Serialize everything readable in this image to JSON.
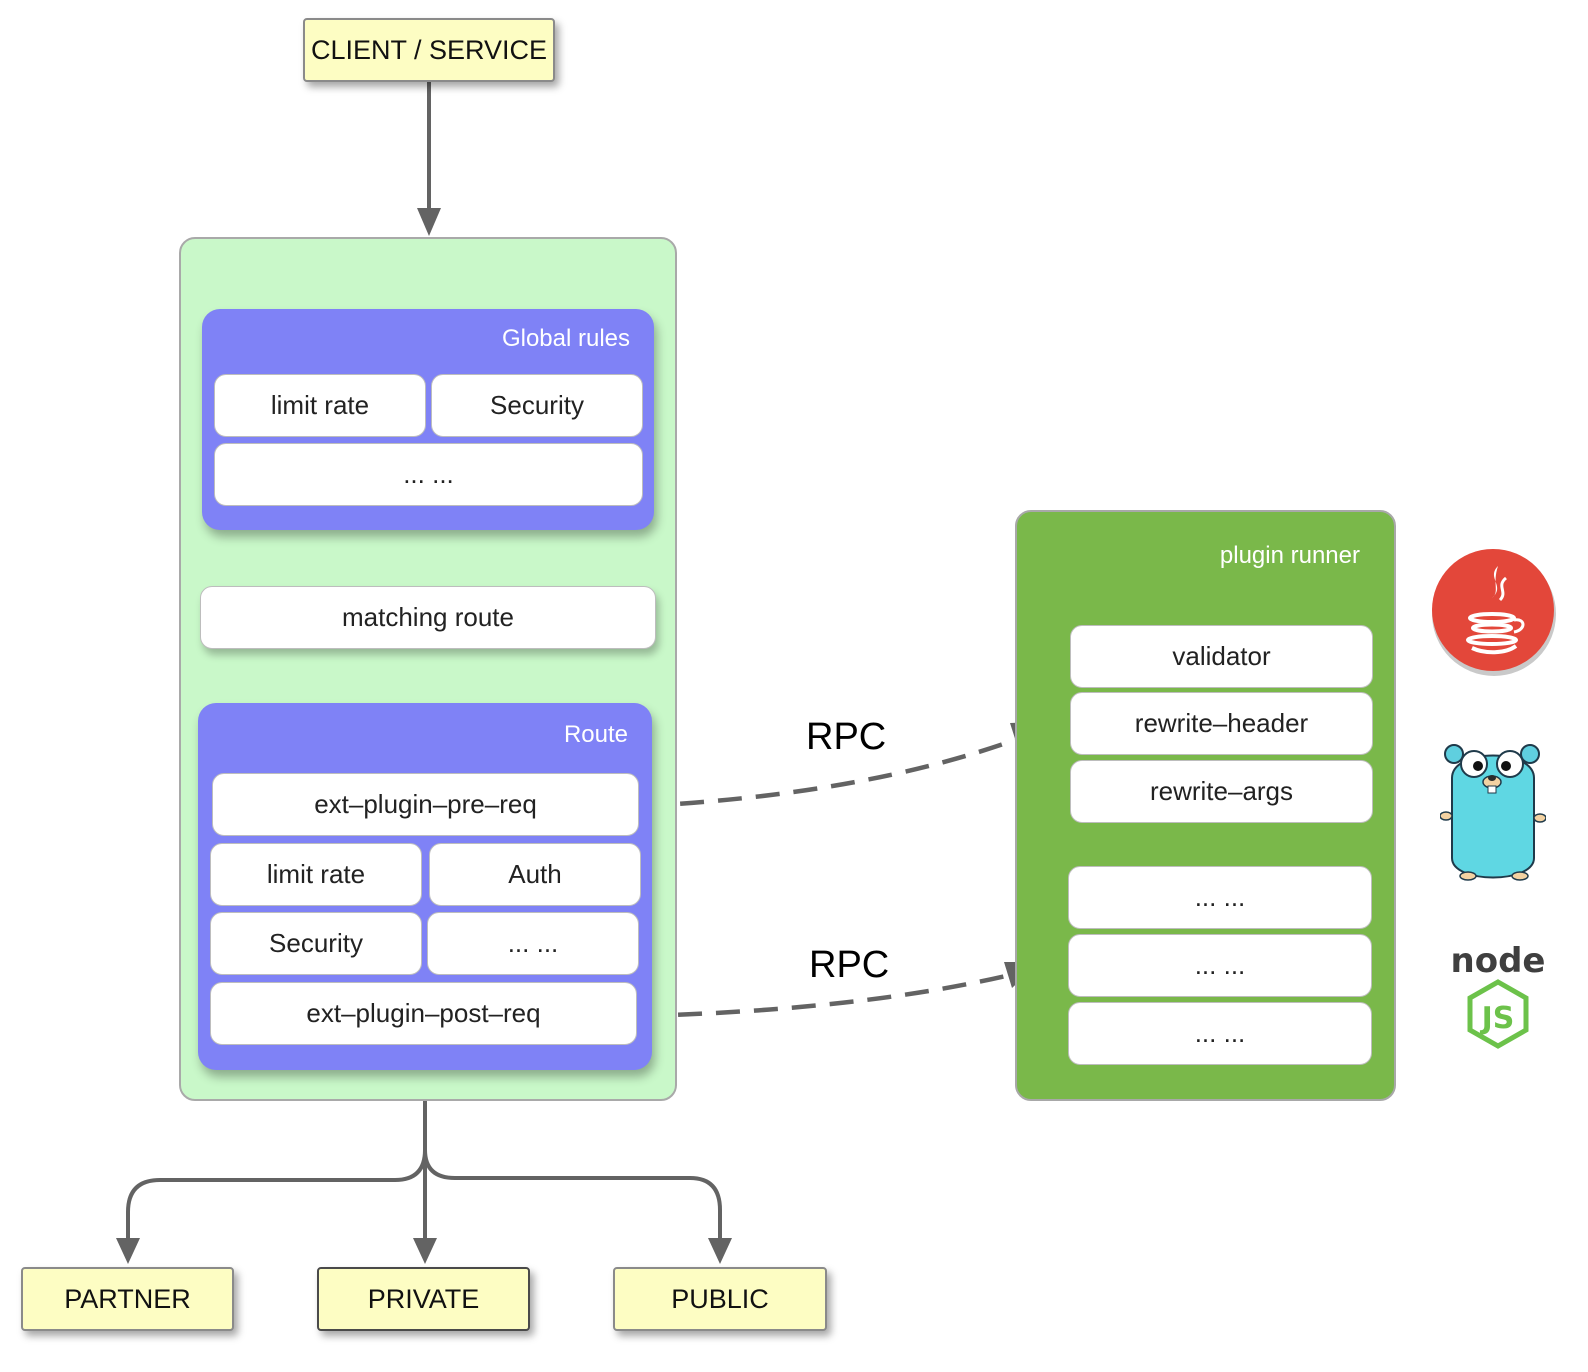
{
  "client": {
    "label": "CLIENT / SERVICE"
  },
  "global_rules": {
    "title": "Global rules",
    "items": [
      "limit rate",
      "Security",
      "... ..."
    ]
  },
  "matching_route": {
    "label": "matching route"
  },
  "route": {
    "title": "Route",
    "pre_req": "ext–plugin–pre–req",
    "items": [
      "limit rate",
      "Auth",
      "Security",
      "... ..."
    ],
    "post_req": "ext–plugin–post–req"
  },
  "rpc": {
    "pre_label": "RPC",
    "post_label": "RPC"
  },
  "plugin_runner": {
    "title": "plugin runner",
    "group1": [
      "validator",
      "rewrite–header",
      "rewrite–args"
    ],
    "group2": [
      "... ...",
      "... ...",
      "... ..."
    ]
  },
  "logos": {
    "java": "java-logo-icon",
    "go": "go-gopher-icon",
    "node": "nodejs-logo-icon",
    "node_word": "node"
  },
  "destinations": [
    "PARTNER",
    "PRIVATE",
    "PUBLIC"
  ],
  "colors": {
    "gateway_bg": "#c9f8c9",
    "panel_purple": "#7f82f6",
    "runner_green": "#7ab84a",
    "endpoint_yellow": "#fdfdc3",
    "arrow_gray": "#636363"
  }
}
